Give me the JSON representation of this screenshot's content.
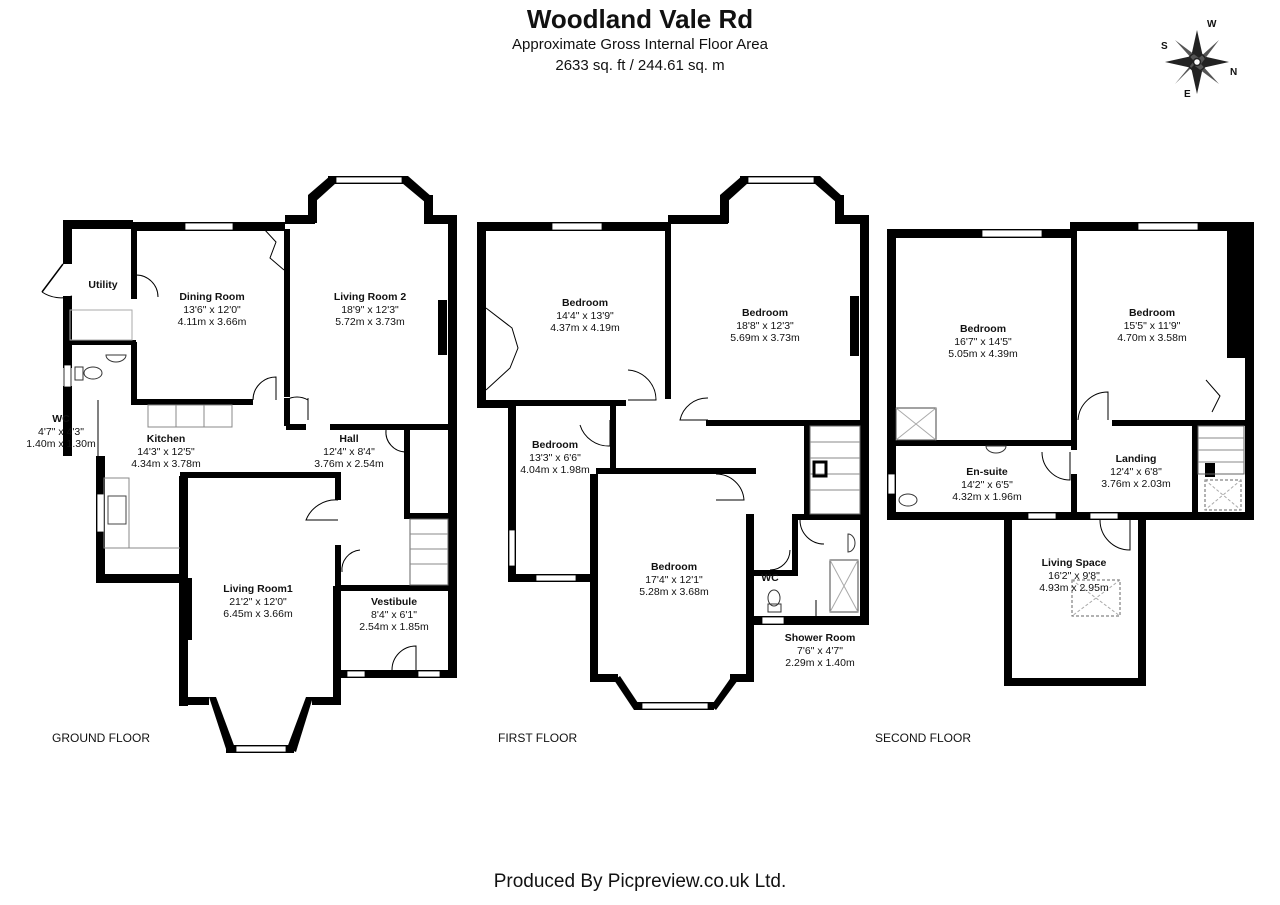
{
  "header": {
    "title": "Woodland Vale Rd",
    "subtitle": "Approximate Gross Internal Floor Area",
    "area": "2633 sq. ft / 244.61 sq. m"
  },
  "compass": {
    "north": "N",
    "south": "S",
    "east": "E",
    "west": "W"
  },
  "floors": {
    "ground": "GROUND FLOOR",
    "first": "FIRST FLOOR",
    "second": "SECOND FLOOR"
  },
  "rooms": {
    "utility": {
      "name": "Utility"
    },
    "dining": {
      "name": "Dining Room",
      "imperial": "13'6\" x 12'0\"",
      "metric": "4.11m x 3.66m"
    },
    "living2": {
      "name": "Living Room 2",
      "imperial": "18'9\" x 12'3\"",
      "metric": "5.72m x 3.73m"
    },
    "wc_ground": {
      "name": "WC",
      "imperial": "4'7\" x 4'3\"",
      "metric": "1.40m x 1.30m"
    },
    "kitchen": {
      "name": "Kitchen",
      "imperial": "14'3\" x 12'5\"",
      "metric": "4.34m x 3.78m"
    },
    "hall": {
      "name": "Hall",
      "imperial": "12'4\" x 8'4\"",
      "metric": "3.76m x 2.54m"
    },
    "living1": {
      "name": "Living Room1",
      "imperial": "21'2\" x 12'0\"",
      "metric": "6.45m x 3.66m"
    },
    "vestibule": {
      "name": "Vestibule",
      "imperial": "8'4\" x 6'1\"",
      "metric": "2.54m x 1.85m"
    },
    "bed_f1": {
      "name": "Bedroom",
      "imperial": "14'4\" x 13'9\"",
      "metric": "4.37m x 4.19m"
    },
    "bed_f2": {
      "name": "Bedroom",
      "imperial": "18'8\" x 12'3\"",
      "metric": "5.69m x 3.73m"
    },
    "bed_f3": {
      "name": "Bedroom",
      "imperial": "13'3\" x 6'6\"",
      "metric": "4.04m x 1.98m"
    },
    "bed_f4": {
      "name": "Bedroom",
      "imperial": "17'4\" x 12'1\"",
      "metric": "5.28m x 3.68m"
    },
    "wc_first": {
      "name": "WC"
    },
    "shower": {
      "name": "Shower Room",
      "imperial": "7'6\" x 4'7\"",
      "metric": "2.29m x 1.40m"
    },
    "bed_s1": {
      "name": "Bedroom",
      "imperial": "16'7\" x 14'5\"",
      "metric": "5.05m x 4.39m"
    },
    "bed_s2": {
      "name": "Bedroom",
      "imperial": "15'5\" x 11'9\"",
      "metric": "4.70m x 3.58m"
    },
    "ensuite": {
      "name": "En-suite",
      "imperial": "14'2\" x 6'5\"",
      "metric": "4.32m x 1.96m"
    },
    "landing": {
      "name": "Landing",
      "imperial": "12'4\" x 6'8\"",
      "metric": "3.76m x 2.03m"
    },
    "livingspace": {
      "name": "Living Space",
      "imperial": "16'2\" x 9'8\"",
      "metric": "4.93m x 2.95m"
    }
  },
  "footer": "Produced By Picpreview.co.uk Ltd."
}
